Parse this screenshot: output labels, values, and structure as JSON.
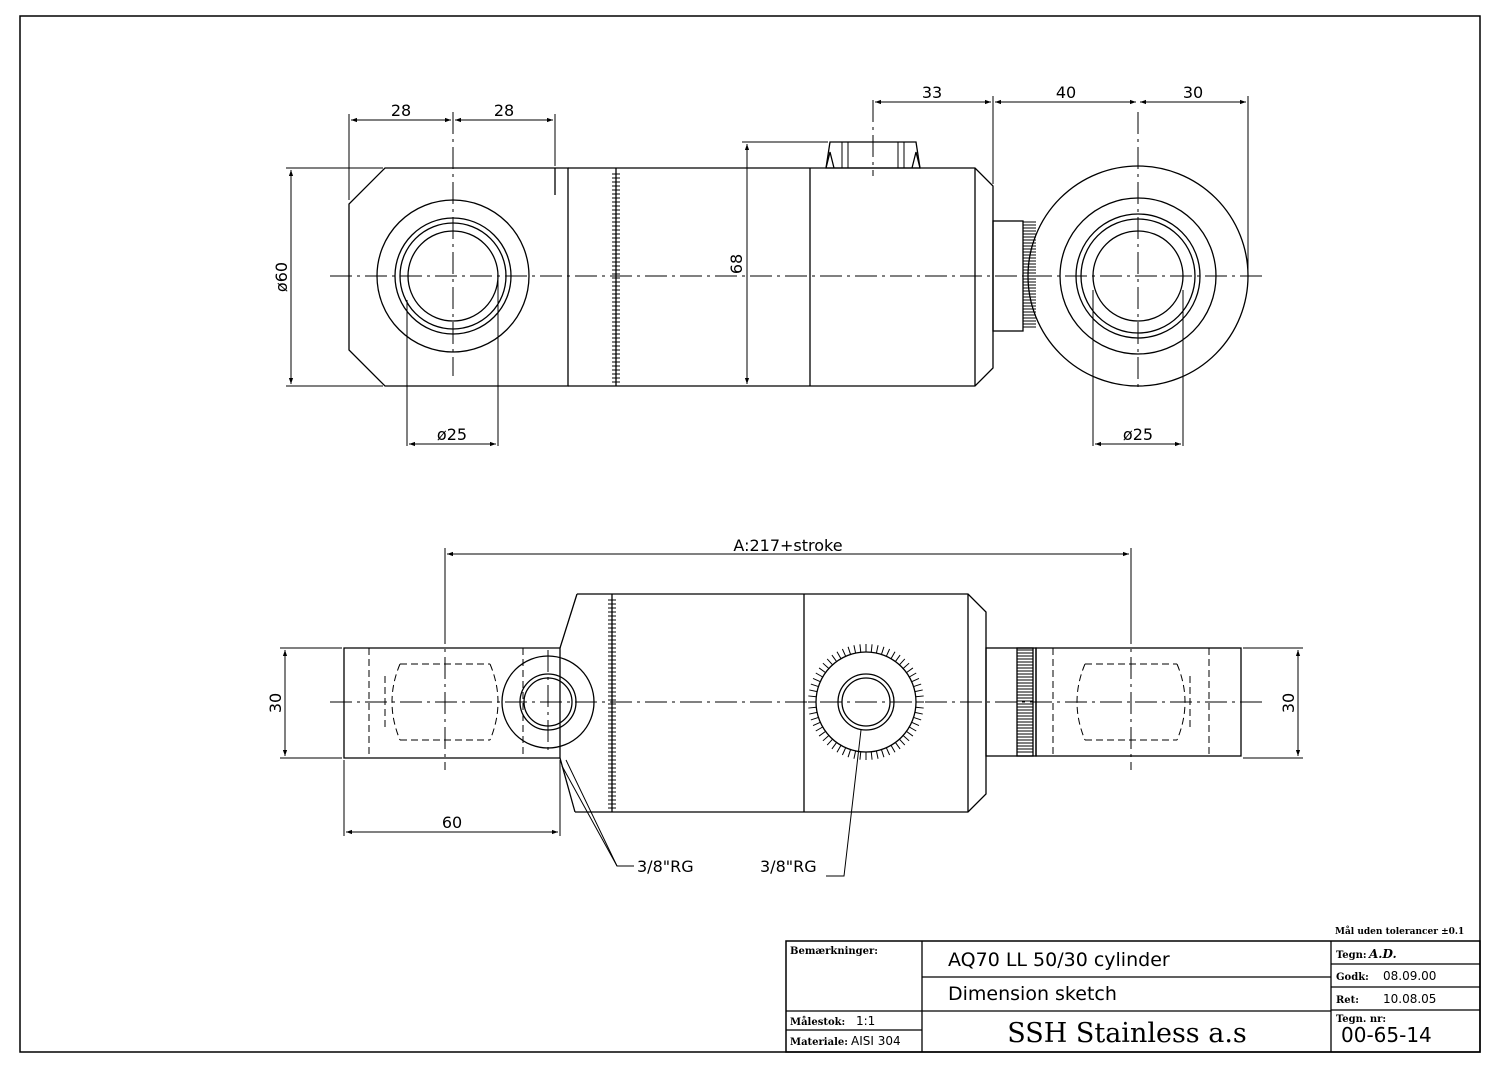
{
  "views": {
    "top": {
      "dimensions": {
        "left_eye_a": "28",
        "left_eye_b": "28",
        "port_offset": "33",
        "rod_offset": "40",
        "right_eye": "30",
        "outer_dia": "ø60",
        "body_height": "68",
        "left_bore": "ø25",
        "right_bore": "ø25"
      }
    },
    "side": {
      "dimensions": {
        "overall_length": "A:217+stroke",
        "left_eye_width": "30",
        "right_eye_width": "30",
        "left_eye_length": "60"
      },
      "callouts": {
        "port_left": "3/8\"RG",
        "port_right": "3/8\"RG"
      }
    }
  },
  "title_block": {
    "tolerance_note": "Mål uden tolerancer ±0.1",
    "remarks_label": "Bemærkninger:",
    "scale_label": "Målestok:",
    "scale_value": "1:1",
    "material_label": "Materiale:",
    "material_value": "AISI 304",
    "title": "AQ70 LL 50/30 cylinder",
    "subtitle": "Dimension sketch",
    "company": "SSH Stainless a.s",
    "drawn_label": "Tegn:",
    "drawn_value": "A.D.",
    "approved_label": "Godk:",
    "approved_value": "08.09.00",
    "revised_label": "Ret:",
    "revised_value": "10.08.05",
    "drawing_no_label": "Tegn. nr:",
    "drawing_no_value": "00-65-14"
  }
}
